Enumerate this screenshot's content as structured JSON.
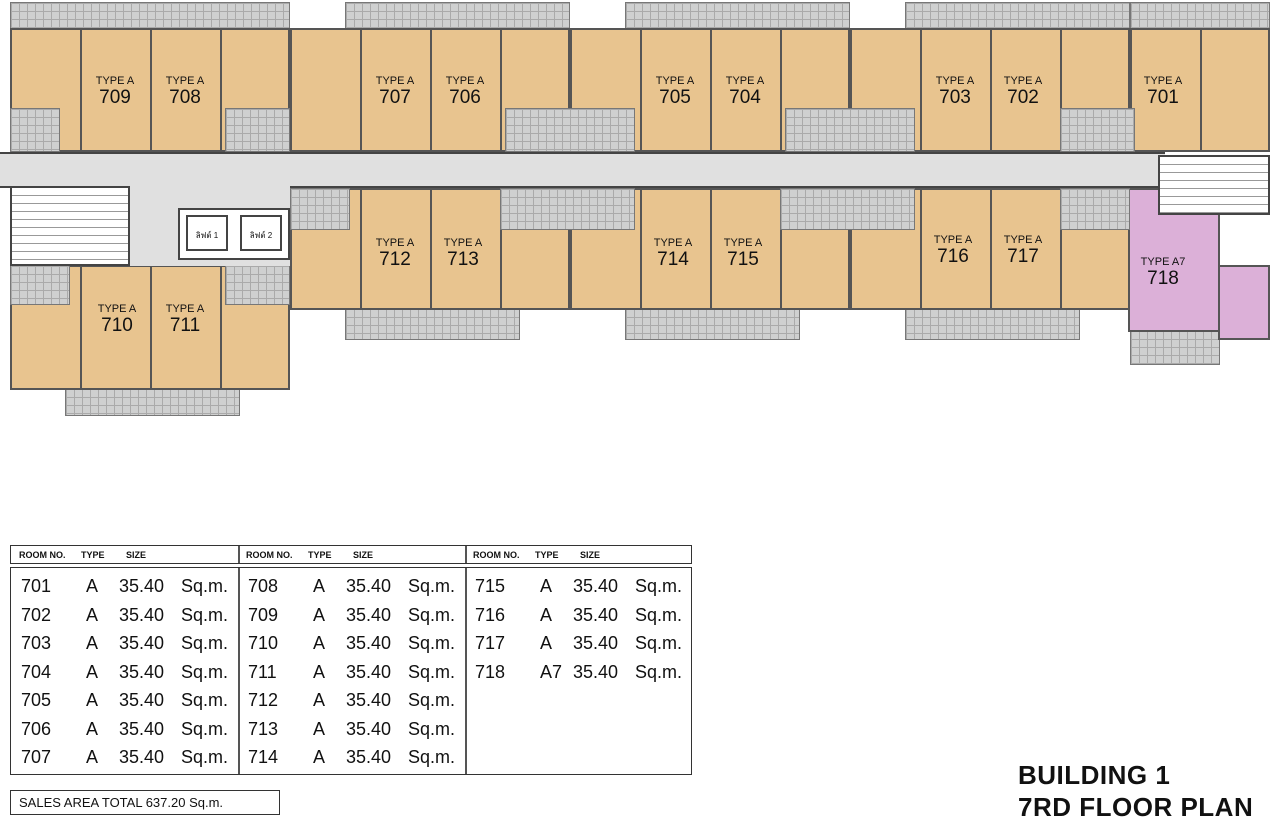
{
  "plan": {
    "units": [
      {
        "room": "709",
        "type_label": "TYPE A"
      },
      {
        "room": "708",
        "type_label": "TYPE A"
      },
      {
        "room": "707",
        "type_label": "TYPE A"
      },
      {
        "room": "706",
        "type_label": "TYPE A"
      },
      {
        "room": "705",
        "type_label": "TYPE A"
      },
      {
        "room": "704",
        "type_label": "TYPE A"
      },
      {
        "room": "703",
        "type_label": "TYPE A"
      },
      {
        "room": "702",
        "type_label": "TYPE A"
      },
      {
        "room": "701",
        "type_label": "TYPE A"
      },
      {
        "room": "712",
        "type_label": "TYPE A"
      },
      {
        "room": "713",
        "type_label": "TYPE A"
      },
      {
        "room": "714",
        "type_label": "TYPE A"
      },
      {
        "room": "715",
        "type_label": "TYPE A"
      },
      {
        "room": "716",
        "type_label": "TYPE A"
      },
      {
        "room": "717",
        "type_label": "TYPE A"
      },
      {
        "room": "718",
        "type_label": "TYPE A7"
      },
      {
        "room": "710",
        "type_label": "TYPE A"
      },
      {
        "room": "711",
        "type_label": "TYPE A"
      }
    ],
    "lifts": [
      "ลิฟต์ 1",
      "ลิฟต์ 2"
    ],
    "colors": {
      "type_a": "#e8c48f",
      "type_a7": "#dcb0d8",
      "corridor": "#e0e0e0"
    }
  },
  "table": {
    "headers": [
      "ROOM NO.",
      "TYPE",
      "SIZE"
    ],
    "columns": [
      [
        [
          "701",
          "A",
          "35.40",
          "Sq.m."
        ],
        [
          "702",
          "A",
          "35.40",
          "Sq.m."
        ],
        [
          "703",
          "A",
          "35.40",
          "Sq.m."
        ],
        [
          "704",
          "A",
          "35.40",
          "Sq.m."
        ],
        [
          "705",
          "A",
          "35.40",
          "Sq.m."
        ],
        [
          "706",
          "A",
          "35.40",
          "Sq.m."
        ],
        [
          "707",
          "A",
          "35.40",
          "Sq.m."
        ]
      ],
      [
        [
          "708",
          "A",
          "35.40",
          "Sq.m."
        ],
        [
          "709",
          "A",
          "35.40",
          "Sq.m."
        ],
        [
          "710",
          "A",
          "35.40",
          "Sq.m."
        ],
        [
          "711",
          "A",
          "35.40",
          "Sq.m."
        ],
        [
          "712",
          "A",
          "35.40",
          "Sq.m."
        ],
        [
          "713",
          "A",
          "35.40",
          "Sq.m."
        ],
        [
          "714",
          "A",
          "35.40",
          "Sq.m."
        ]
      ],
      [
        [
          "715",
          "A",
          "35.40",
          "Sq.m."
        ],
        [
          "716",
          "A",
          "35.40",
          "Sq.m."
        ],
        [
          "717",
          "A",
          "35.40",
          "Sq.m."
        ],
        [
          "718",
          "A7",
          "35.40",
          "Sq.m."
        ]
      ]
    ],
    "sales_total": "SALES AREA TOTAL 637.20 Sq.m."
  },
  "title": {
    "line1": "BUILDING 1",
    "line2": "7RD FLOOR PLAN"
  }
}
